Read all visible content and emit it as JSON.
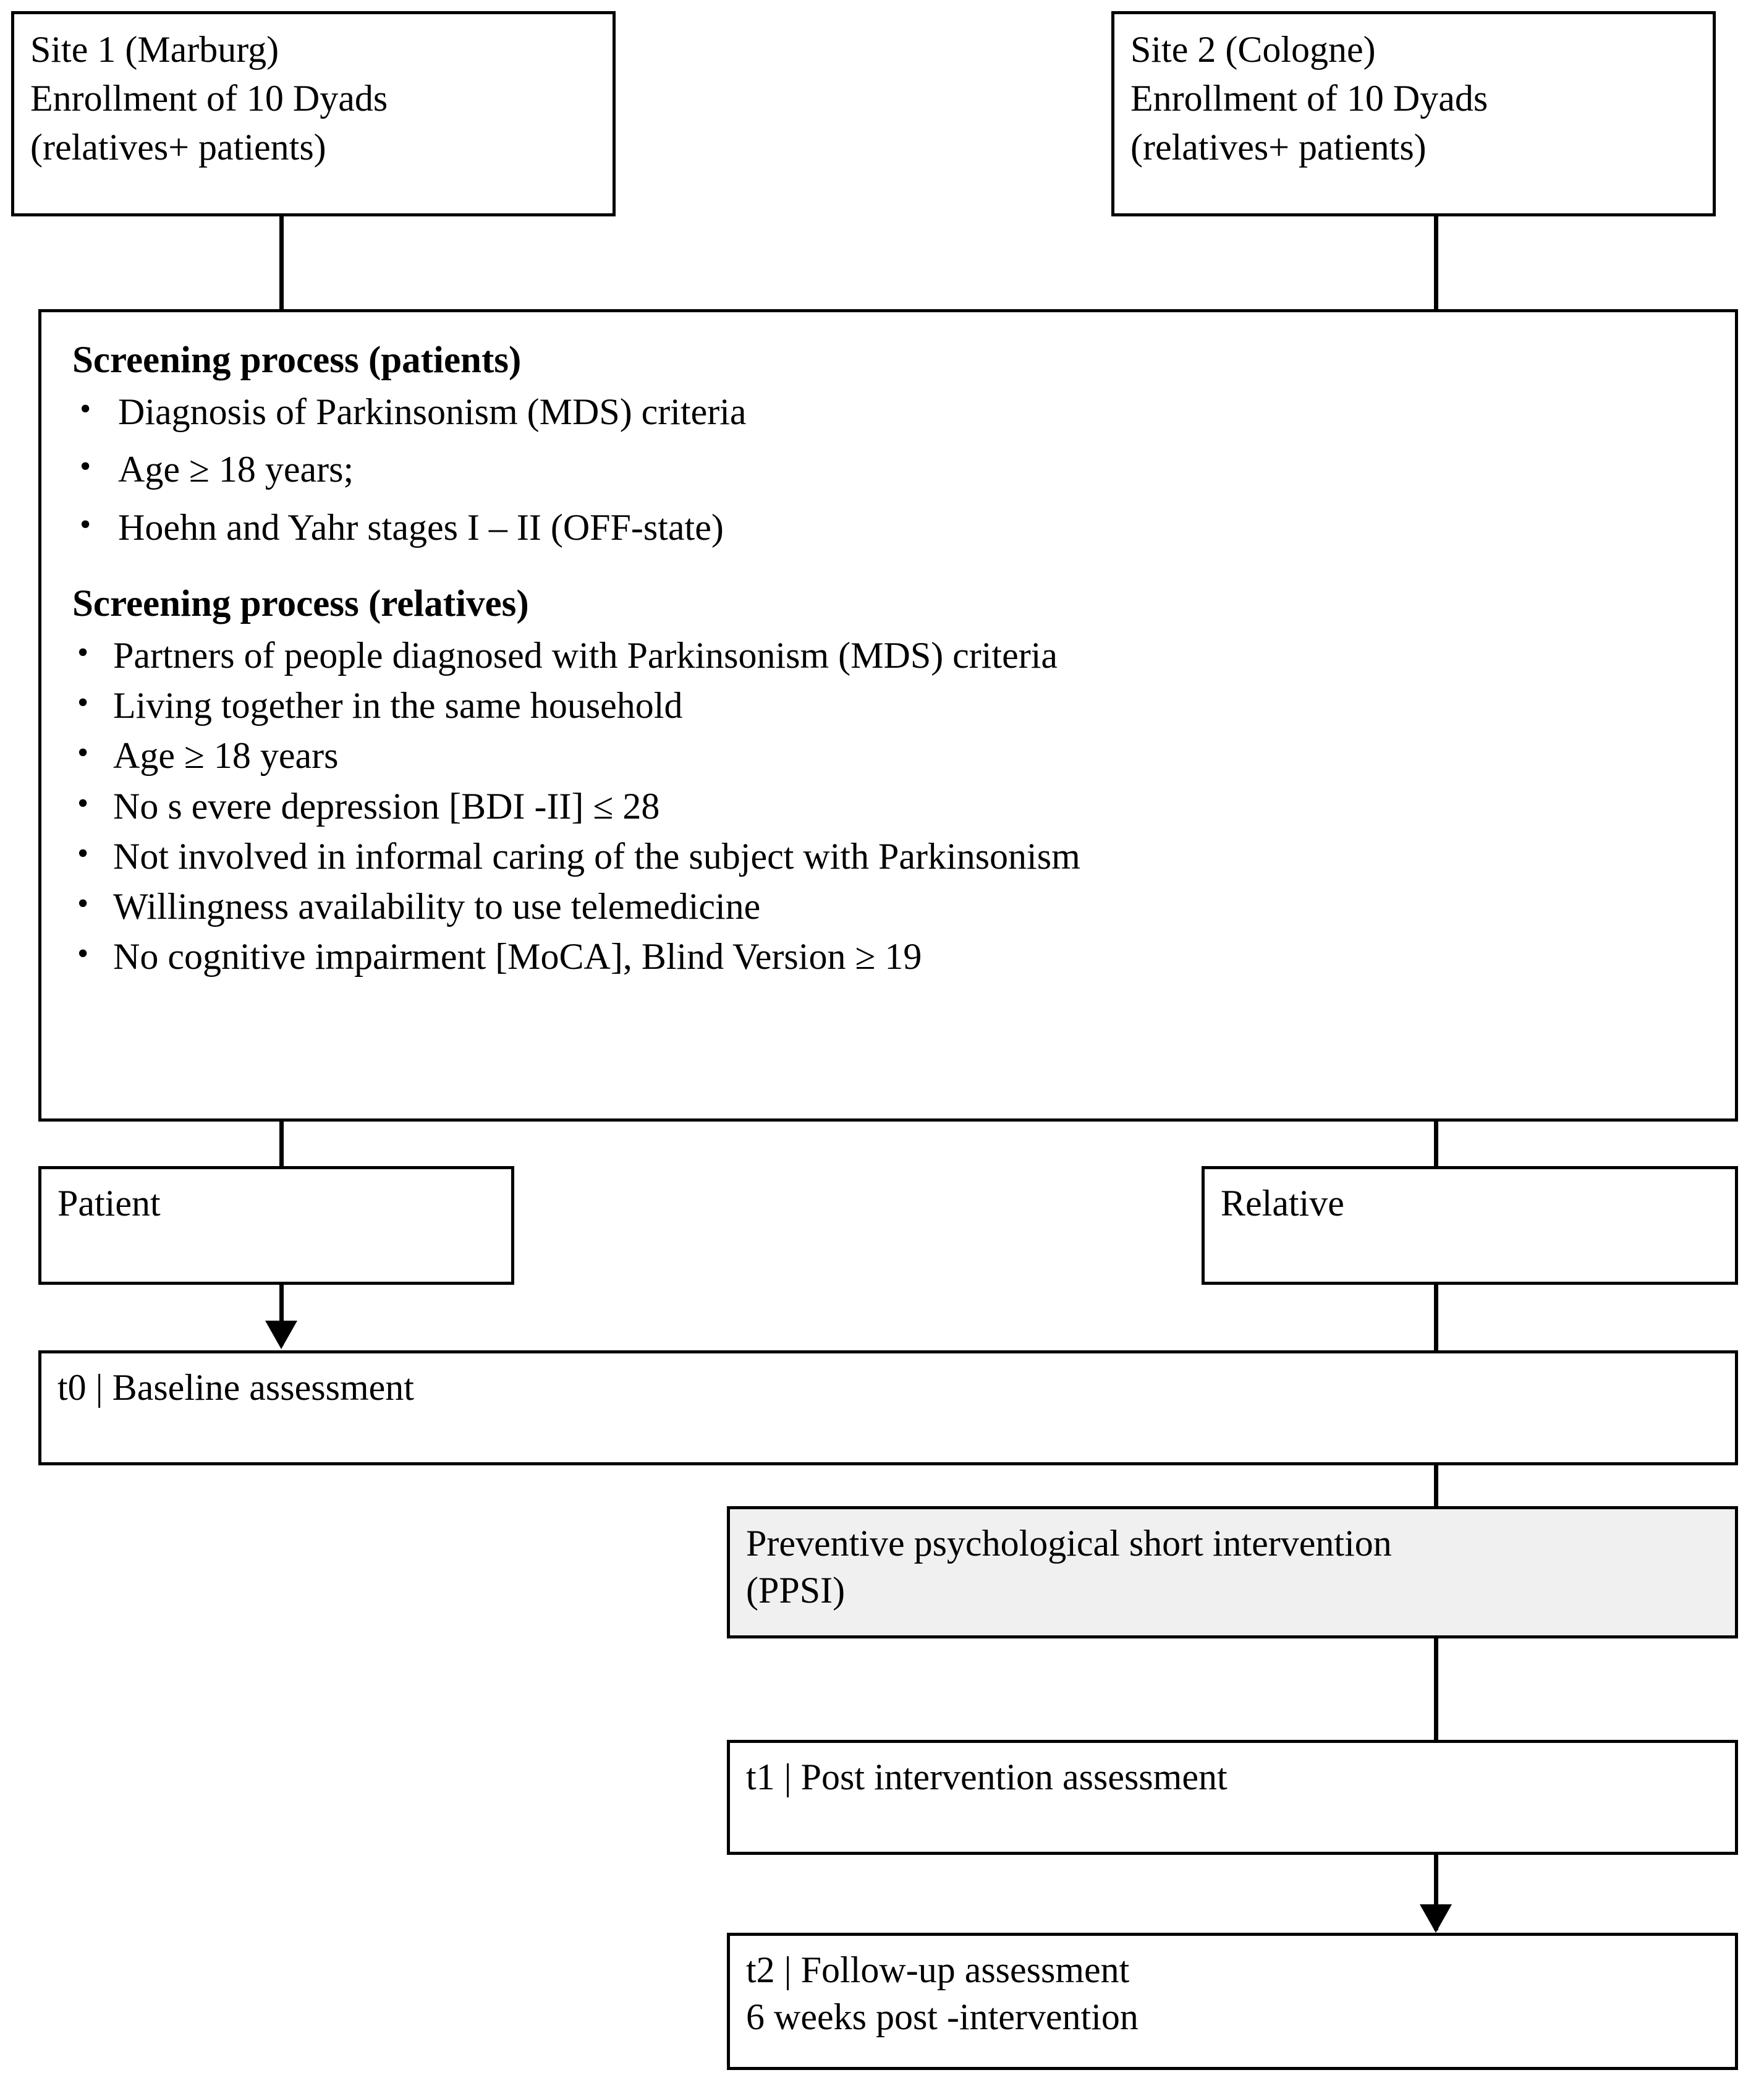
{
  "figure": {
    "type": "study-flowchart",
    "title": "Study flow diagram"
  },
  "sites": [
    {
      "id": "site-1",
      "text": "Site 1 (Marburg)\nEnrollment of 10 Dyads\n(relatives+ patients)"
    },
    {
      "id": "site-2",
      "text": "Site 2 (Cologne)\nEnrollment of 10 Dyads\n(relatives+ patients)"
    }
  ],
  "screening": {
    "patients": {
      "heading": "Screening process (patients)",
      "criteria": [
        "Diagnosis of Parkinsonism (MDS) criteria",
        "Age  ≥ 18 years;",
        "Hoehn and Yahr stages    I – II (OFF-state)"
      ]
    },
    "relatives": {
      "heading": "Screening process (relatives)",
      "criteria": [
        "Partners of people diagnosed with Parkinsonism (MDS) criteria",
        "Living together in the same household",
        "Age ≥ 18 years",
        "No s evere depression [BDI -II] ≤ 28",
        "Not involved in informal caring of the subject with Parkinsonism",
        "Willingness availability to use telemedicine",
        "No cognitive impairment [MoCA], Blind Version ≥ 19"
      ]
    }
  },
  "arms": {
    "patient": "Patient",
    "relative": "Relative"
  },
  "timeline": {
    "t0": "t0  |  Baseline assessment",
    "intervention": "Preventive psychological short intervention\n(PPSI)",
    "t1": "t1  |  Post intervention assessment",
    "t2": "t2  |  Follow-up assessment\n6 weeks post -intervention"
  },
  "colors": {
    "line": "#000000",
    "box_fill": "#ffffff",
    "intervention_fill": "#f0f0f0"
  }
}
